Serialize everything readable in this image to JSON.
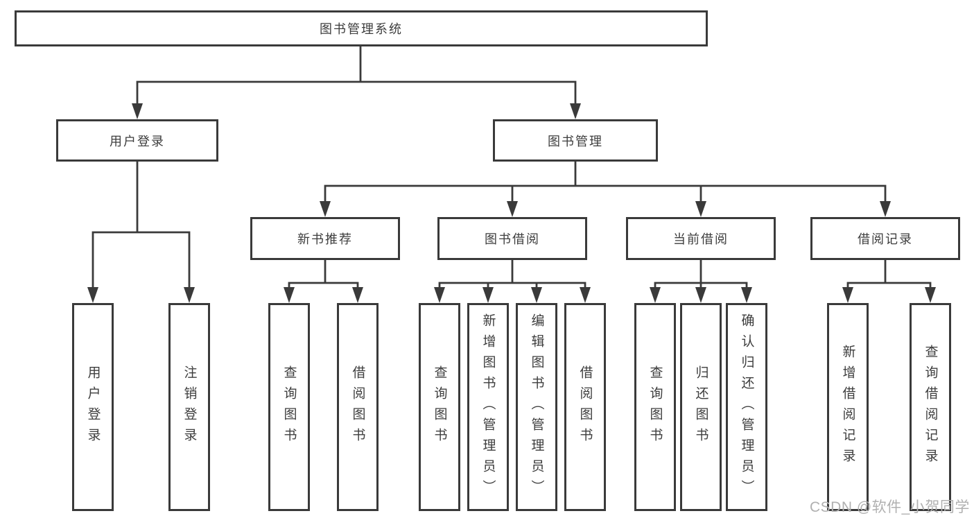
{
  "tree": {
    "root": "图书管理系统",
    "branches": [
      {
        "label": "用户登录",
        "children": [
          "用户登录",
          "注销登录"
        ]
      },
      {
        "label": "图书管理",
        "groups": [
          {
            "label": "新书推荐",
            "children": [
              "查询图书",
              "借阅图书"
            ]
          },
          {
            "label": "图书借阅",
            "children": [
              "查询图书",
              "新增图书（管理员）",
              "编辑图书（管理员）",
              "借阅图书"
            ]
          },
          {
            "label": "当前借阅",
            "children": [
              "查询图书",
              "归还图书",
              "确认归还（管理员）"
            ]
          },
          {
            "label": "借阅记录",
            "children": [
              "新增借阅记录",
              "查询借阅记录"
            ]
          }
        ]
      }
    ]
  },
  "watermark": {
    "text": "CSDN @软件_小贺同学"
  },
  "colors": {
    "line": "#3a3a3a",
    "box_border": "#3a3a3a",
    "box_fill": "#ffffff",
    "text": "#3d3d3d",
    "watermark": "#b0b0b0",
    "background": "#ffffff"
  }
}
